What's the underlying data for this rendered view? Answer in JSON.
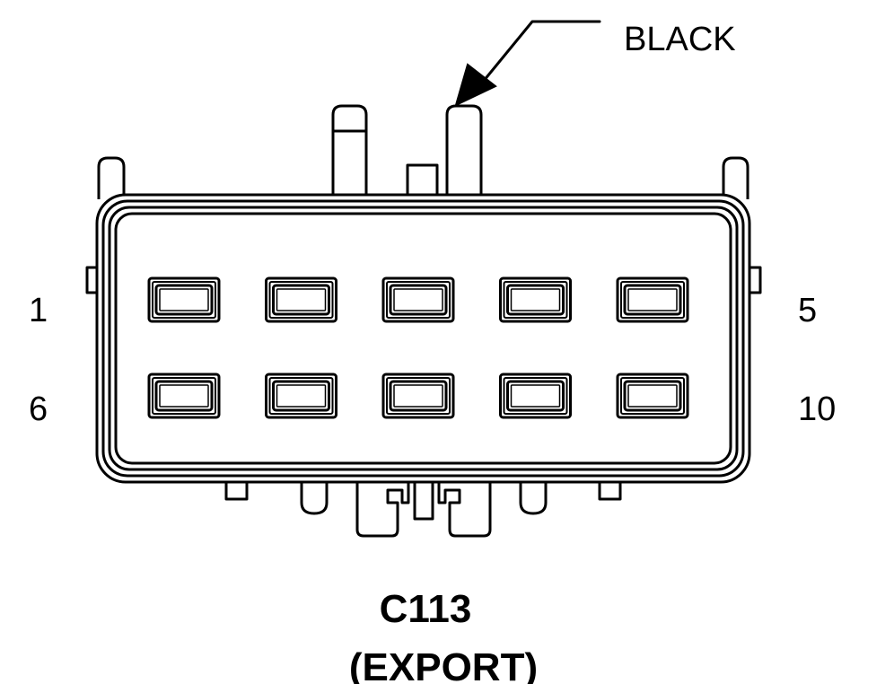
{
  "connector": {
    "id": "C113",
    "variant": "(EXPORT)",
    "color_label": "BLACK",
    "pin_labels": {
      "top_left": "1",
      "top_right": "5",
      "bottom_left": "6",
      "bottom_right": "10"
    },
    "pin_rows": 2,
    "pins_per_row": 5
  },
  "colors": {
    "line": "#000000",
    "background": "#ffffff"
  }
}
